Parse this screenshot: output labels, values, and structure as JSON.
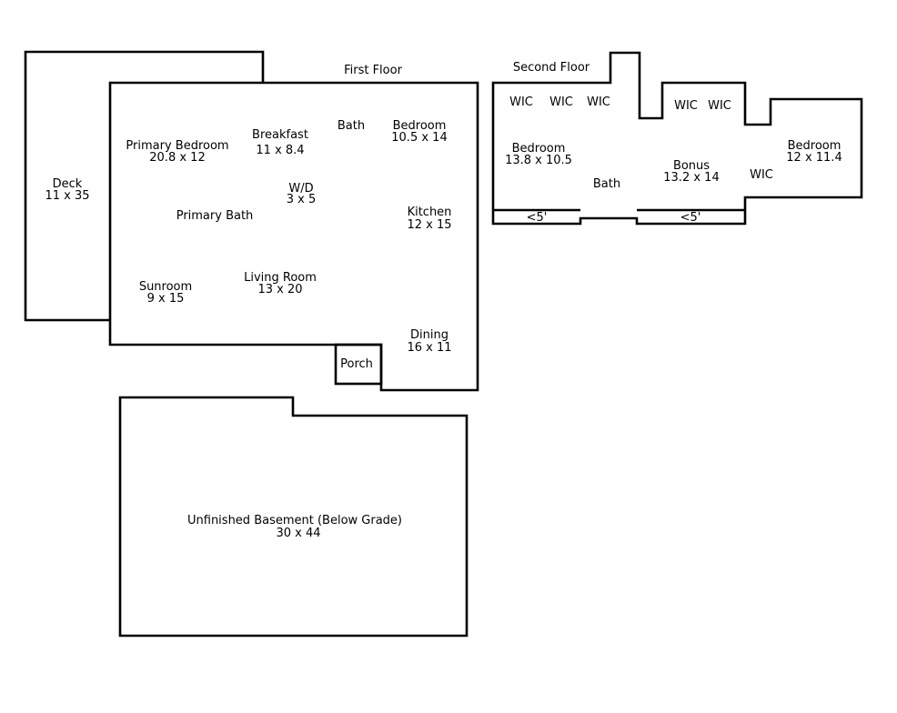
{
  "floors": {
    "first_floor": {
      "title": "First Floor"
    },
    "second_floor": {
      "title": "Second Floor"
    }
  },
  "first_floor_rooms": {
    "deck": {
      "name": "Deck",
      "size": "11 x 35"
    },
    "primary_bedroom": {
      "name": "Primary Bedroom",
      "size": "20.8 x 12"
    },
    "breakfast": {
      "name": "Breakfast",
      "size": "11 x 8.4"
    },
    "bath": {
      "name": "Bath"
    },
    "bedroom": {
      "name": "Bedroom",
      "size": "10.5 x 14"
    },
    "wd": {
      "name": "W/D",
      "size": "3 x 5"
    },
    "primary_bath": {
      "name": "Primary Bath"
    },
    "kitchen": {
      "name": "Kitchen",
      "size": "12 x 15"
    },
    "sunroom": {
      "name": "Sunroom",
      "size": "9 x 15"
    },
    "living_room": {
      "name": "Living Room",
      "size": "13 x 20"
    },
    "dining": {
      "name": "Dining",
      "size": "16 x 11"
    },
    "porch": {
      "name": "Porch"
    }
  },
  "second_floor_rooms": {
    "wic_1": "WIC",
    "wic_2": "WIC",
    "wic_3": "WIC",
    "wic_4": "WIC",
    "wic_5": "WIC",
    "wic_6": "WIC",
    "bedroom_left": {
      "name": "Bedroom",
      "size": "13.8 x 10.5"
    },
    "bath": {
      "name": "Bath"
    },
    "bonus": {
      "name": "Bonus",
      "size": "13.2 x 14"
    },
    "bedroom_right": {
      "name": "Bedroom",
      "size": "12 x 11.4"
    },
    "low_ceiling_left": "<5'",
    "low_ceiling_right": "<5'"
  },
  "basement": {
    "name": "Unfinished Basement (Below Grade)",
    "size": "30 x 44"
  }
}
